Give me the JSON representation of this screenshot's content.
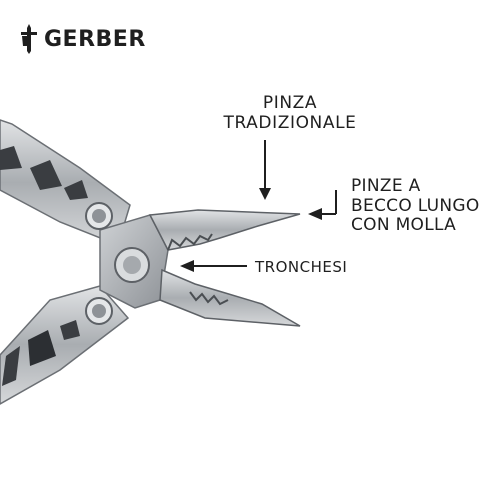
{
  "brand": {
    "name": "GERBER",
    "icon": "gerber-sword-logo-icon"
  },
  "callouts": {
    "pinza_tradizionale": [
      "PINZA",
      "TRADIZIONALE"
    ],
    "pinze_becco_lungo": [
      "PINZE A",
      "BECCO LUNGO",
      "CON MOLLA"
    ],
    "tronchesi": "TRONCHESI"
  },
  "colors": {
    "text": "#1f1f1f",
    "steel_light": "#c9cccf",
    "steel_mid": "#9ea2a6",
    "steel_dark": "#5d6166",
    "background": "#ffffff"
  }
}
